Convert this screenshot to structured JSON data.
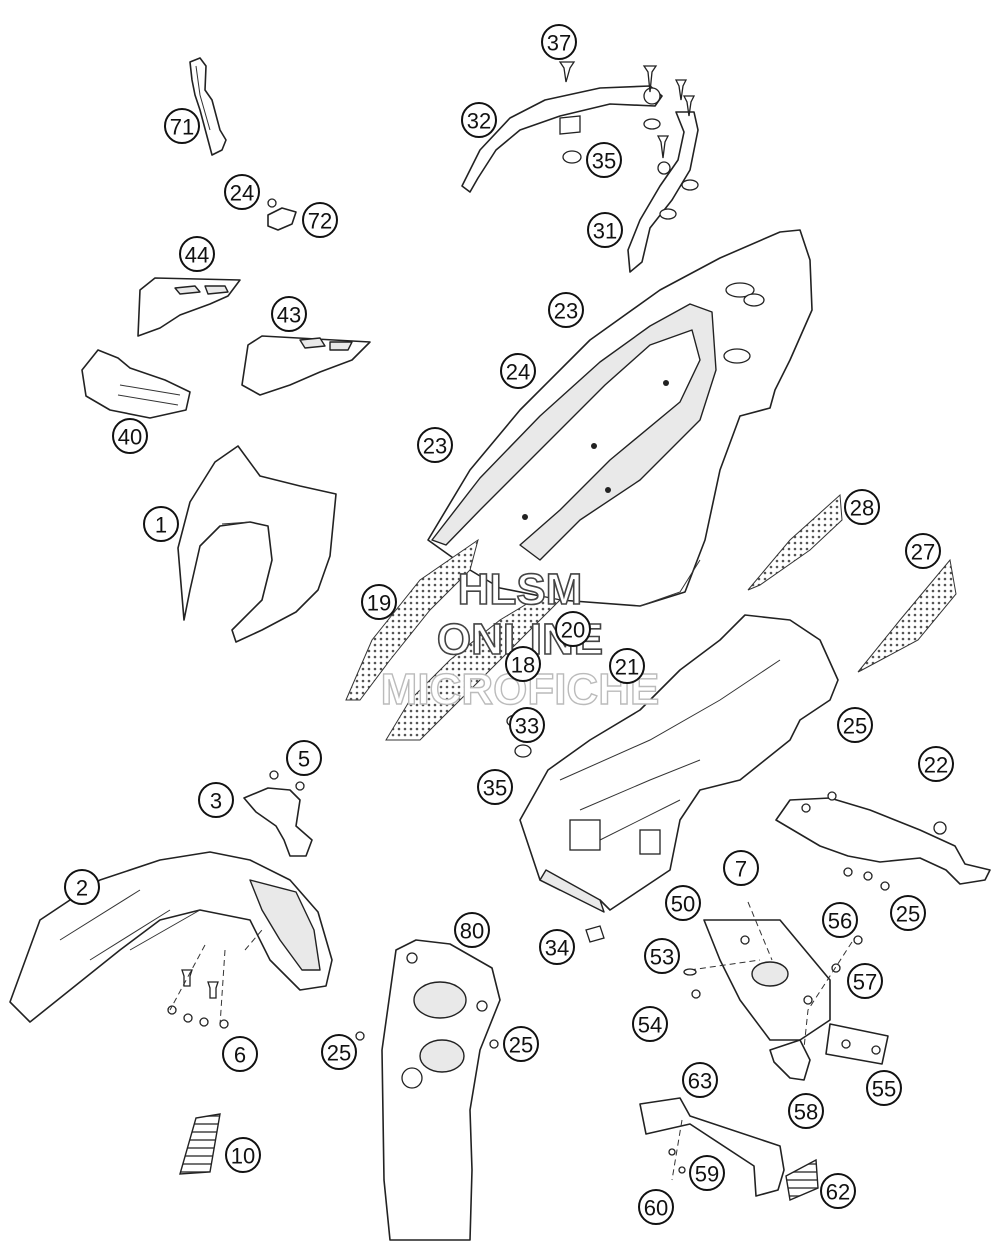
{
  "callouts": {
    "c37": "37",
    "c32": "32",
    "c35a": "35",
    "c31": "31",
    "c71": "71",
    "c24a": "24",
    "c72": "72",
    "c44": "44",
    "c43": "43",
    "c40": "40",
    "c23a": "23",
    "c24b": "24",
    "c23b": "23",
    "c1": "1",
    "c28": "28",
    "c27": "27",
    "c19": "19",
    "c20": "20",
    "c18": "18",
    "c21": "21",
    "c33": "33",
    "c25a": "25",
    "c22": "22",
    "c5": "5",
    "c3": "3",
    "c35b": "35",
    "c2": "2",
    "c7": "7",
    "c50": "50",
    "c56": "56",
    "c25b": "25",
    "c80": "80",
    "c34": "34",
    "c53": "53",
    "c57": "57",
    "c54": "54",
    "c25c": "25",
    "c25d": "25",
    "c6": "6",
    "c63": "63",
    "c55": "55",
    "c58": "58",
    "c10": "10",
    "c59": "59",
    "c62": "62",
    "c60": "60"
  },
  "watermark": {
    "line1": "HLSM",
    "line2": "ONLINE",
    "line3": "MICROFICHE"
  }
}
